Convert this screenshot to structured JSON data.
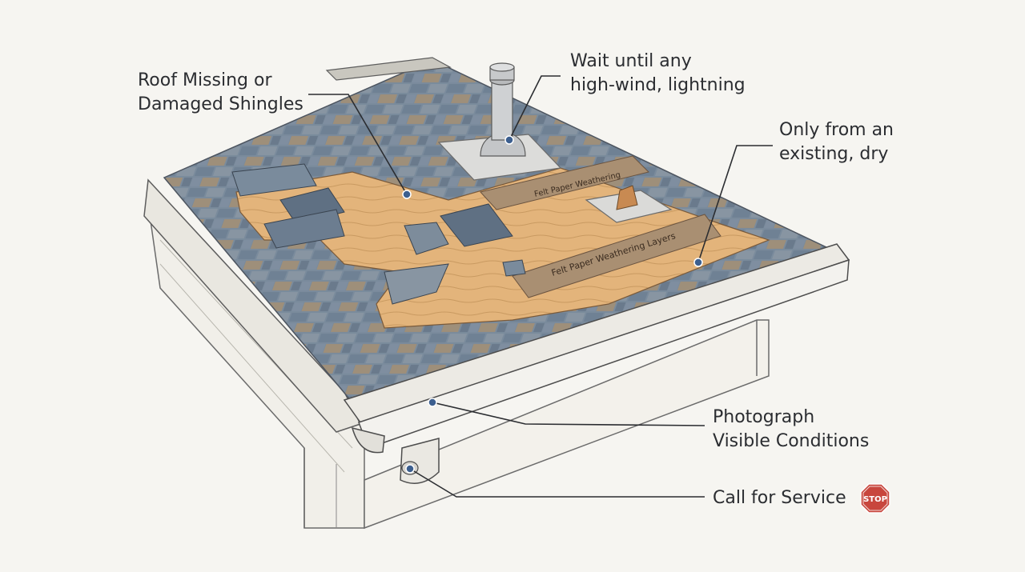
{
  "callouts": {
    "damaged_shingles": {
      "line1": "Roof Missing or",
      "line2": "Damaged Shingles"
    },
    "wait": {
      "line1": "Wait until any",
      "line2": "high-wind, lightning"
    },
    "existing": {
      "line1": "Only from an",
      "line2": "existing, dry"
    },
    "photograph": {
      "line1": "Photograph",
      "line2": "Visible Conditions"
    },
    "service": {
      "line1": "Call for Service"
    }
  },
  "roof_labels": {
    "felt_upper": "Felt Paper Weathering",
    "felt_lower": "Felt Paper Weathering Layers"
  },
  "stop_sign": {
    "text": "STOP",
    "color": "#c8463d"
  },
  "colors": {
    "shingle_blue": "#6f8194",
    "shingle_slate": "#8895a2",
    "shingle_tan": "#9e8f7a",
    "wood": "#e3b47b",
    "felt": "#a98f72",
    "leader_line": "#2b2d31",
    "leader_dot": "#3c5f8f"
  }
}
